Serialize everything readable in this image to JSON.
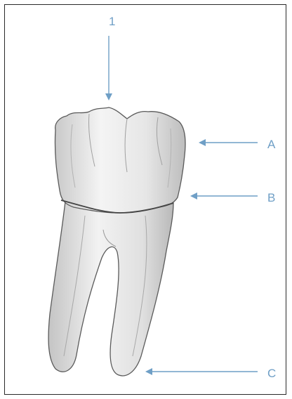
{
  "labels": {
    "top": "1",
    "a": "A",
    "b": "B",
    "c": "C"
  },
  "colors": {
    "arrow": "#6f9fc6",
    "border": "#2a2a2a",
    "tooth_outline": "#5a5a5a",
    "cej_line": "#444444"
  },
  "image": {
    "subject": "tooth-illustration"
  }
}
